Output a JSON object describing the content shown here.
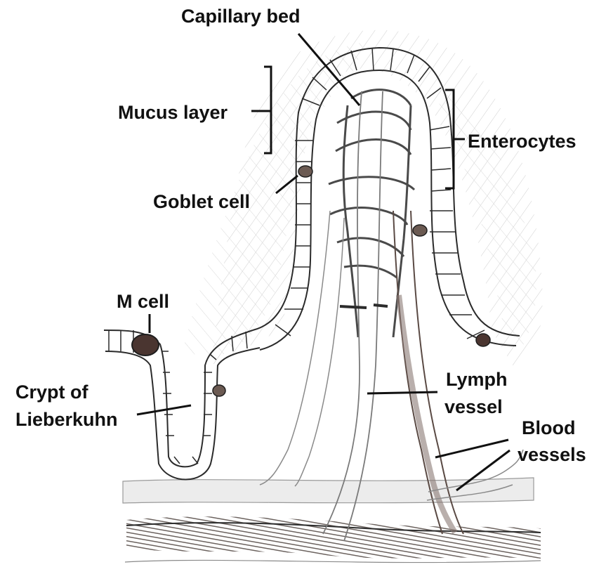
{
  "labels": {
    "capillary_bed": "Capillary bed",
    "mucus_layer": "Mucus layer",
    "enterocytes": "Enterocytes",
    "goblet_cell": "Goblet cell",
    "m_cell": "M cell",
    "crypt_line1": "Crypt of",
    "crypt_line2": "Lieberkuhn",
    "lymph_line1": "Lymph",
    "lymph_line2": "vessel",
    "blood_line1": "Blood",
    "blood_line2": "vessels"
  },
  "colors": {
    "ink": "#2b2b2b",
    "pencil": "#8a8a8a",
    "shade": "#b9b9b9",
    "dark_shade": "#5a4a44",
    "m_cell_fill": "#4a3530"
  }
}
